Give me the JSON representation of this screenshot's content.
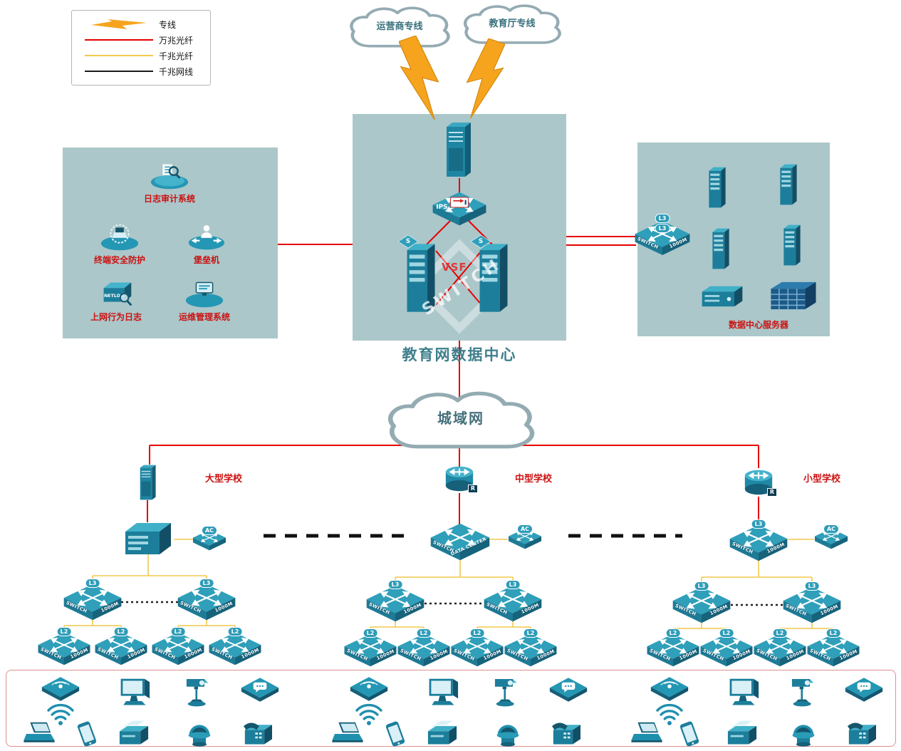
{
  "colors": {
    "zone_bg": "#abc7ca",
    "line_10g_red": "#e60000",
    "line_1g_yellow": "#f2c94c",
    "cable_black": "#1a1a1a",
    "device_teal": "#1f8fae",
    "lightning_orange": "#f5a31d",
    "label_red": "#cc1111",
    "title_teal": "#3e7f8c"
  },
  "legend": {
    "items": [
      {
        "icon": "lightning-icon",
        "label": "专线"
      },
      {
        "icon": "red-line-swatch",
        "label": "万兆光纤"
      },
      {
        "icon": "yellow-line-swatch",
        "label": "千兆光纤"
      },
      {
        "icon": "black-line-swatch",
        "label": "千兆网线"
      }
    ]
  },
  "clouds": {
    "carrier": "运营商专线",
    "edu": "教育厅专线",
    "man": "城域网"
  },
  "datacenter": {
    "title": "教育网数据中心",
    "vsf": "VSF",
    "watermark": "SWITCH",
    "ips": "IPS",
    "s_badge": "S"
  },
  "security": {
    "log_audit": "日志审计系统",
    "terminal": "终端安全防护",
    "bastion": "堡垒机",
    "netlog": "NETLOG",
    "behavior": "上网行为日志",
    "ops": "运维管理系统"
  },
  "server_zone": {
    "caption": "数据中心服务器"
  },
  "schools": {
    "large": "大型学校",
    "medium": "中型学校",
    "small": "小型学校"
  },
  "labels": {
    "l3": "L3",
    "l2": "L2",
    "switch": "SWITCH",
    "speed": "1000M",
    "ac": "AC",
    "r": "R",
    "data_center": "DATA CENTER"
  },
  "endpoints": {
    "groups": 3,
    "devices": [
      "wireless-ap",
      "desktop-computer",
      "ptz-camera",
      "message-terminal",
      "wifi-signal",
      "laptop",
      "smartphone",
      "printer",
      "dome-camera",
      "telephone"
    ]
  }
}
